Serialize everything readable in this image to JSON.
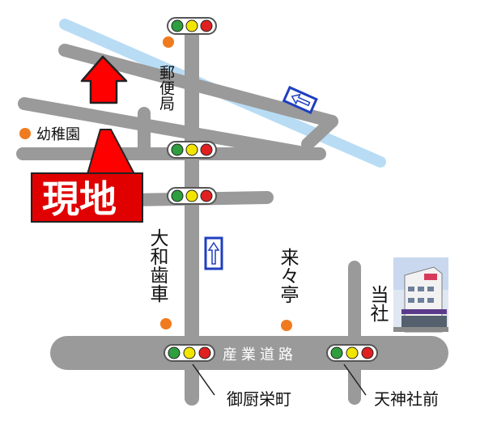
{
  "map": {
    "location_label": "現地",
    "roads": {
      "main_street": "産業道路"
    },
    "landmarks": {
      "post_office": "郵便局",
      "kindergarten": "幼稚園",
      "dental": "大和歯車",
      "restaurant": "来々亭",
      "our_company": "当社"
    },
    "stops": {
      "west": "御厨栄町",
      "east": "天神社前"
    },
    "colors": {
      "road": "#9a9a9a",
      "river": "#b9dcf5",
      "marker": "#ff0000",
      "landmark_dot": "#f07a1e",
      "one_way_arrow": "#1f3fbf",
      "signal_green": "#2e9e3e",
      "signal_yellow": "#f2e600",
      "signal_red": "#e02020"
    },
    "icons": {
      "location_marker": "red-arrow-marker-icon",
      "traffic_light": "traffic-light-icon",
      "one_way": "one-way-arrow-icon",
      "landmark": "orange-dot-icon",
      "company_photo": "building-photo"
    }
  }
}
